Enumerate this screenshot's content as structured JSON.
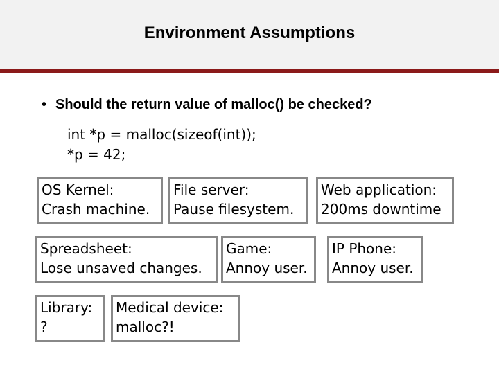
{
  "slide": {
    "title": "Environment Assumptions",
    "bullet": "Should the return value of malloc() be checked?",
    "code_lines": [
      "int *p = malloc(sizeof(int));",
      "*p = 42;"
    ]
  },
  "cases": [
    {
      "line1": "OS Kernel:",
      "line2": "Crash machine."
    },
    {
      "line1": "File server:",
      "line2": "Pause filesystem."
    },
    {
      "line1": "Web application:",
      "line2": "200ms downtime"
    },
    {
      "line1": "Spreadsheet:",
      "line2": "Lose unsaved changes."
    },
    {
      "line1": "Game:",
      "line2": "Annoy user."
    },
    {
      "line1": "IP Phone:",
      "line2": "Annoy user."
    },
    {
      "line1": "Library:",
      "line2": "?"
    },
    {
      "line1": "Medical device:",
      "line2": "malloc?!"
    }
  ]
}
